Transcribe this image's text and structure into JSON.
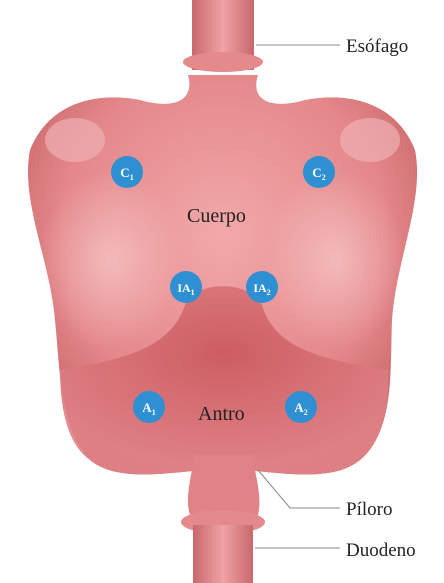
{
  "labels": {
    "esophagus": "Esófago",
    "body": "Cuerpo",
    "antrum": "Antro",
    "pylorus": "Píloro",
    "duodenum": "Duodeno"
  },
  "markers": [
    {
      "id": "c1",
      "main": "C",
      "sub": "1"
    },
    {
      "id": "c2",
      "main": "C",
      "sub": "2"
    },
    {
      "id": "ia1",
      "main": "IA",
      "sub": "1"
    },
    {
      "id": "ia2",
      "main": "IA",
      "sub": "2"
    },
    {
      "id": "a1",
      "main": "A",
      "sub": "1"
    },
    {
      "id": "a2",
      "main": "A",
      "sub": "2"
    }
  ],
  "colors": {
    "stomach": "#e8868a",
    "stomach_dark": "#c8666a",
    "antrum": "#d97478",
    "tube": "#e58a8c",
    "marker": "#2e8fd2",
    "leader": "#888888"
  }
}
